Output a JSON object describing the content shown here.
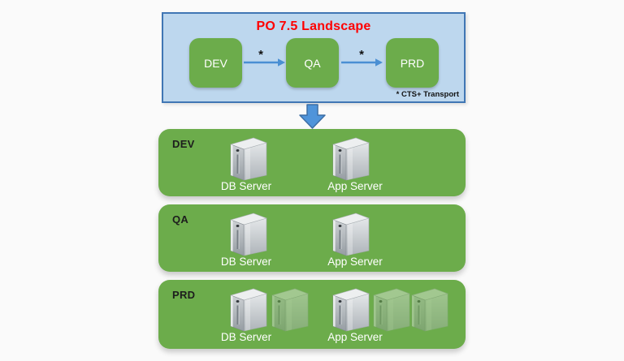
{
  "colors": {
    "canvas_bg": "#fafafa",
    "panel_bg": "#bdd7ee",
    "panel_border": "#4076b4",
    "green": "#6cac4b",
    "arrow_blue": "#4a8fd3",
    "down_arrow_fill": "#4f94da",
    "down_arrow_border": "#3d6ea5",
    "title_red": "#ff0000"
  },
  "panel": {
    "title": "PO 7.5 Landscape",
    "nodes": [
      {
        "label": "DEV"
      },
      {
        "label": "QA"
      },
      {
        "label": "PRD"
      }
    ],
    "transport_marker": "*",
    "footnote": "* CTS+ Transport"
  },
  "environments": [
    {
      "label": "DEV",
      "groups": [
        {
          "label": "DB Server",
          "server_count": 1,
          "faded_count": 0
        },
        {
          "label": "App Server",
          "server_count": 1,
          "faded_count": 0
        }
      ]
    },
    {
      "label": "QA",
      "groups": [
        {
          "label": "DB Server",
          "server_count": 1,
          "faded_count": 0
        },
        {
          "label": "App Server",
          "server_count": 1,
          "faded_count": 0
        }
      ]
    },
    {
      "label": "PRD",
      "groups": [
        {
          "label": "DB Server",
          "server_count": 1,
          "faded_count": 1
        },
        {
          "label": "App Server",
          "server_count": 1,
          "faded_count": 2
        }
      ]
    }
  ]
}
